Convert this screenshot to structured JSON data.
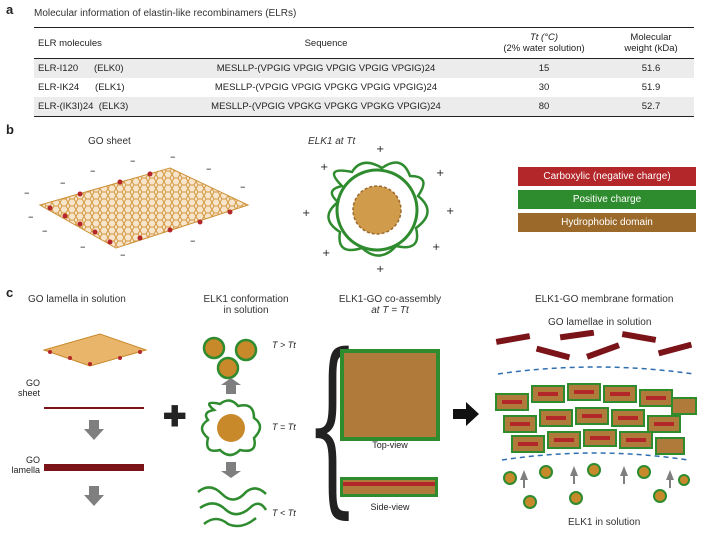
{
  "panels": {
    "a": "a",
    "b": "b",
    "c": "c"
  },
  "table": {
    "title": "Molecular information of elastin-like recombinamers (ELRs)",
    "headers": {
      "molecules": "ELR molecules",
      "sequence": "Sequence",
      "tt_line1": "Tt (°C)",
      "tt_line2": "(2% water solution)",
      "mw_line1": "Molecular",
      "mw_line2": "weight (kDa)"
    },
    "rows": [
      {
        "name": "ELR-I120",
        "alias": "(ELK0)",
        "sequence": "MESLLP-(VPGIG VPGIG VPGIG VPGIG VPGIG)24",
        "tt": "15",
        "mw": "51.6"
      },
      {
        "name": "ELR-IK24",
        "alias": "(ELK1)",
        "sequence": "MESLLP-(VPGIG VPGIG VPGKG VPGIG VPGIG)24",
        "tt": "30",
        "mw": "51.9"
      },
      {
        "name": "ELR-(IK3I)24",
        "alias": "(ELK3)",
        "sequence": "MESLLP-(VPGIG VPGKG VPGKG VPGKG VPGIG)24",
        "tt": "80",
        "mw": "52.7"
      }
    ]
  },
  "panel_b": {
    "go_sheet_label": "GO sheet",
    "elk1_label": "ELK1 at Tt",
    "legend": [
      {
        "label": "Carboxylic (negative charge)",
        "color": "#b3262a"
      },
      {
        "label": "Positive charge",
        "color": "#2e8b2e"
      },
      {
        "label": "Hydrophobic domain",
        "color": "#9b6a2a"
      }
    ]
  },
  "panel_c": {
    "col1_title": "GO lamella in solution",
    "col2_title_line1": "ELK1 conformation",
    "col2_title_line2": "in solution",
    "col3_title_line1": "ELK1-GO co-assembly",
    "col3_title_line2": "at T = Tt",
    "col4_title": "ELK1-GO membrane formation",
    "go_sheet_line1": "GO",
    "go_sheet_line2": "sheet",
    "go_lamella_line1": "GO",
    "go_lamella_line2": "lamella",
    "t_above": "T > Tt",
    "t_equal": "T = Tt",
    "t_below": "T < Tt",
    "top_view": "Top-view",
    "side_view": "Side-view",
    "go_lamellae_solution": "GO lamellae in solution",
    "elk1_solution": "ELK1 in solution"
  },
  "colors": {
    "lamella": "#7a1418",
    "green": "#2e8b2e",
    "brown": "#9b6a2a",
    "gray_arrow": "#7f7f7f"
  }
}
